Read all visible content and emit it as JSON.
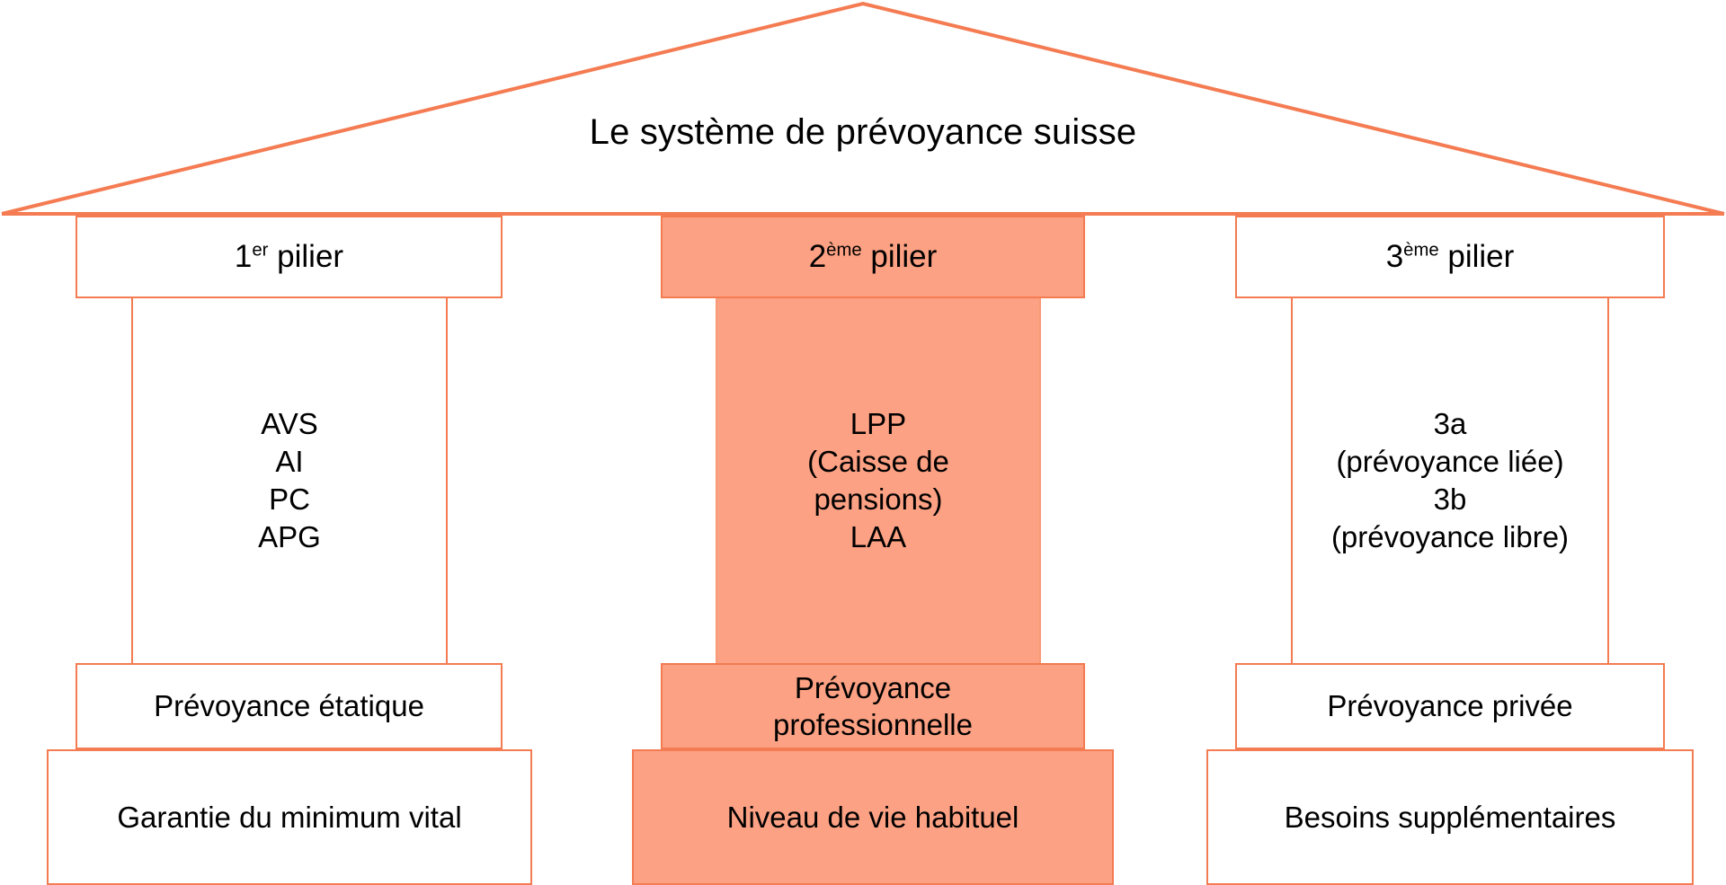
{
  "diagram": {
    "title": "Le système de prévoyance suisse",
    "colors": {
      "accent_border": "#F47B52",
      "accent_fill": "#FCA183",
      "background": "#FFFFFF",
      "text": "#000000"
    },
    "roof": {
      "shape": "triangle-gable"
    },
    "pillars": [
      {
        "id": "pillar-1",
        "capital": {
          "number": "1",
          "ordinal_suffix": "er",
          "word": "pilier"
        },
        "highlighted": false,
        "shaft_lines": [
          "AVS",
          "AI",
          "PC",
          "APG"
        ],
        "middle_label": "Prévoyance étatique",
        "base_label": "Garantie du minimum vital"
      },
      {
        "id": "pillar-2",
        "capital": {
          "number": "2",
          "ordinal_suffix": "ème",
          "word": "pilier"
        },
        "highlighted": true,
        "shaft_lines": [
          "LPP",
          "(Caisse de",
          "pensions)",
          "LAA"
        ],
        "middle_label_lines": [
          "Prévoyance",
          "professionnelle"
        ],
        "base_label": "Niveau de vie habituel"
      },
      {
        "id": "pillar-3",
        "capital": {
          "number": "3",
          "ordinal_suffix": "ème",
          "word": "pilier"
        },
        "highlighted": false,
        "shaft_lines": [
          "3a",
          "(prévoyance liée)",
          "3b",
          "(prévoyance libre)"
        ],
        "middle_label": "Prévoyance privée",
        "base_label": "Besoins supplémentaires"
      }
    ]
  }
}
